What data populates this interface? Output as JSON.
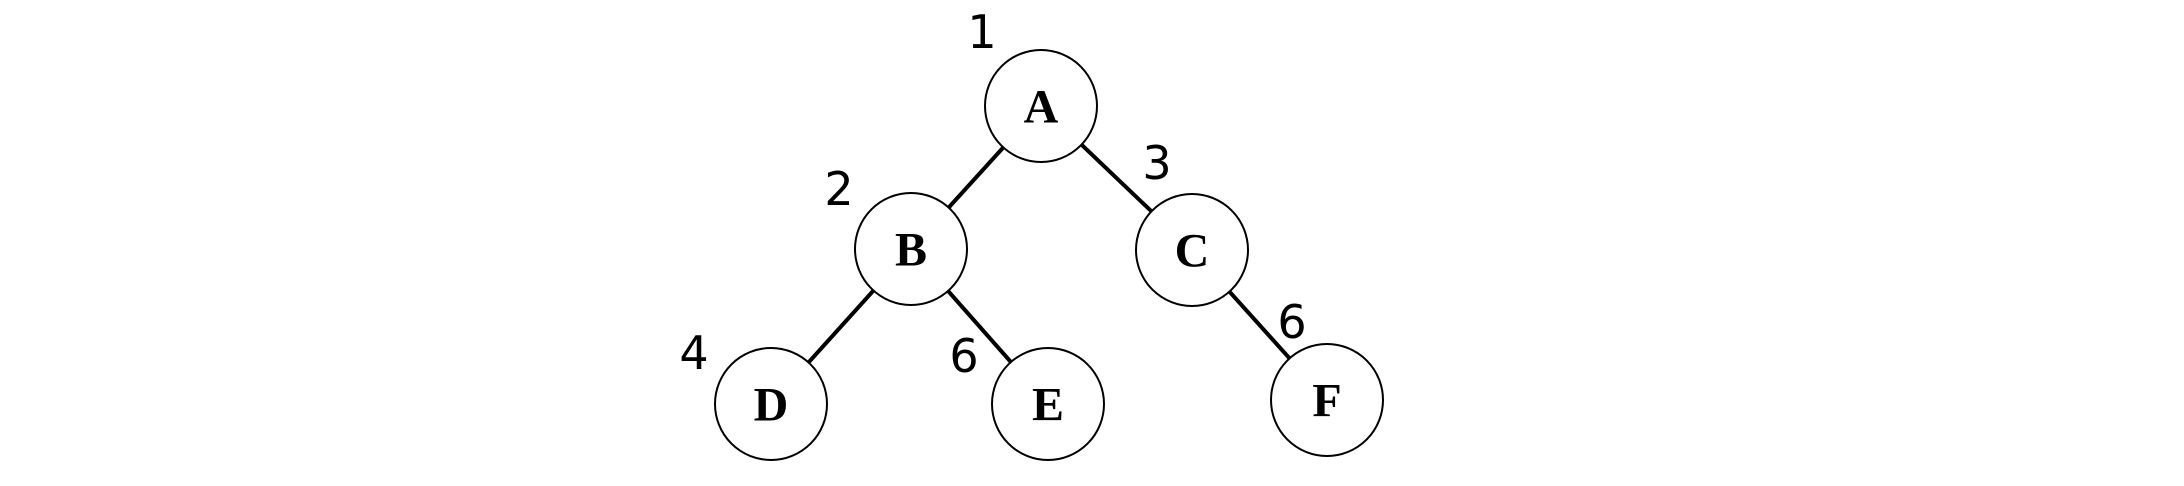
{
  "diagram": {
    "kind": "binary-tree",
    "background_color": "#ffffff",
    "stroke_color": "#000000",
    "nodes": [
      {
        "id": "A",
        "label": "A",
        "annotation": "1"
      },
      {
        "id": "B",
        "label": "B",
        "annotation": "2"
      },
      {
        "id": "C",
        "label": "C",
        "annotation": "3"
      },
      {
        "id": "D",
        "label": "D",
        "annotation": "4"
      },
      {
        "id": "E",
        "label": "E",
        "annotation": "6"
      },
      {
        "id": "F",
        "label": "F",
        "annotation": "6"
      }
    ],
    "edges": [
      {
        "from": "A",
        "to": "B"
      },
      {
        "from": "A",
        "to": "C"
      },
      {
        "from": "B",
        "to": "D"
      },
      {
        "from": "B",
        "to": "E"
      },
      {
        "from": "C",
        "to": "F"
      }
    ]
  }
}
